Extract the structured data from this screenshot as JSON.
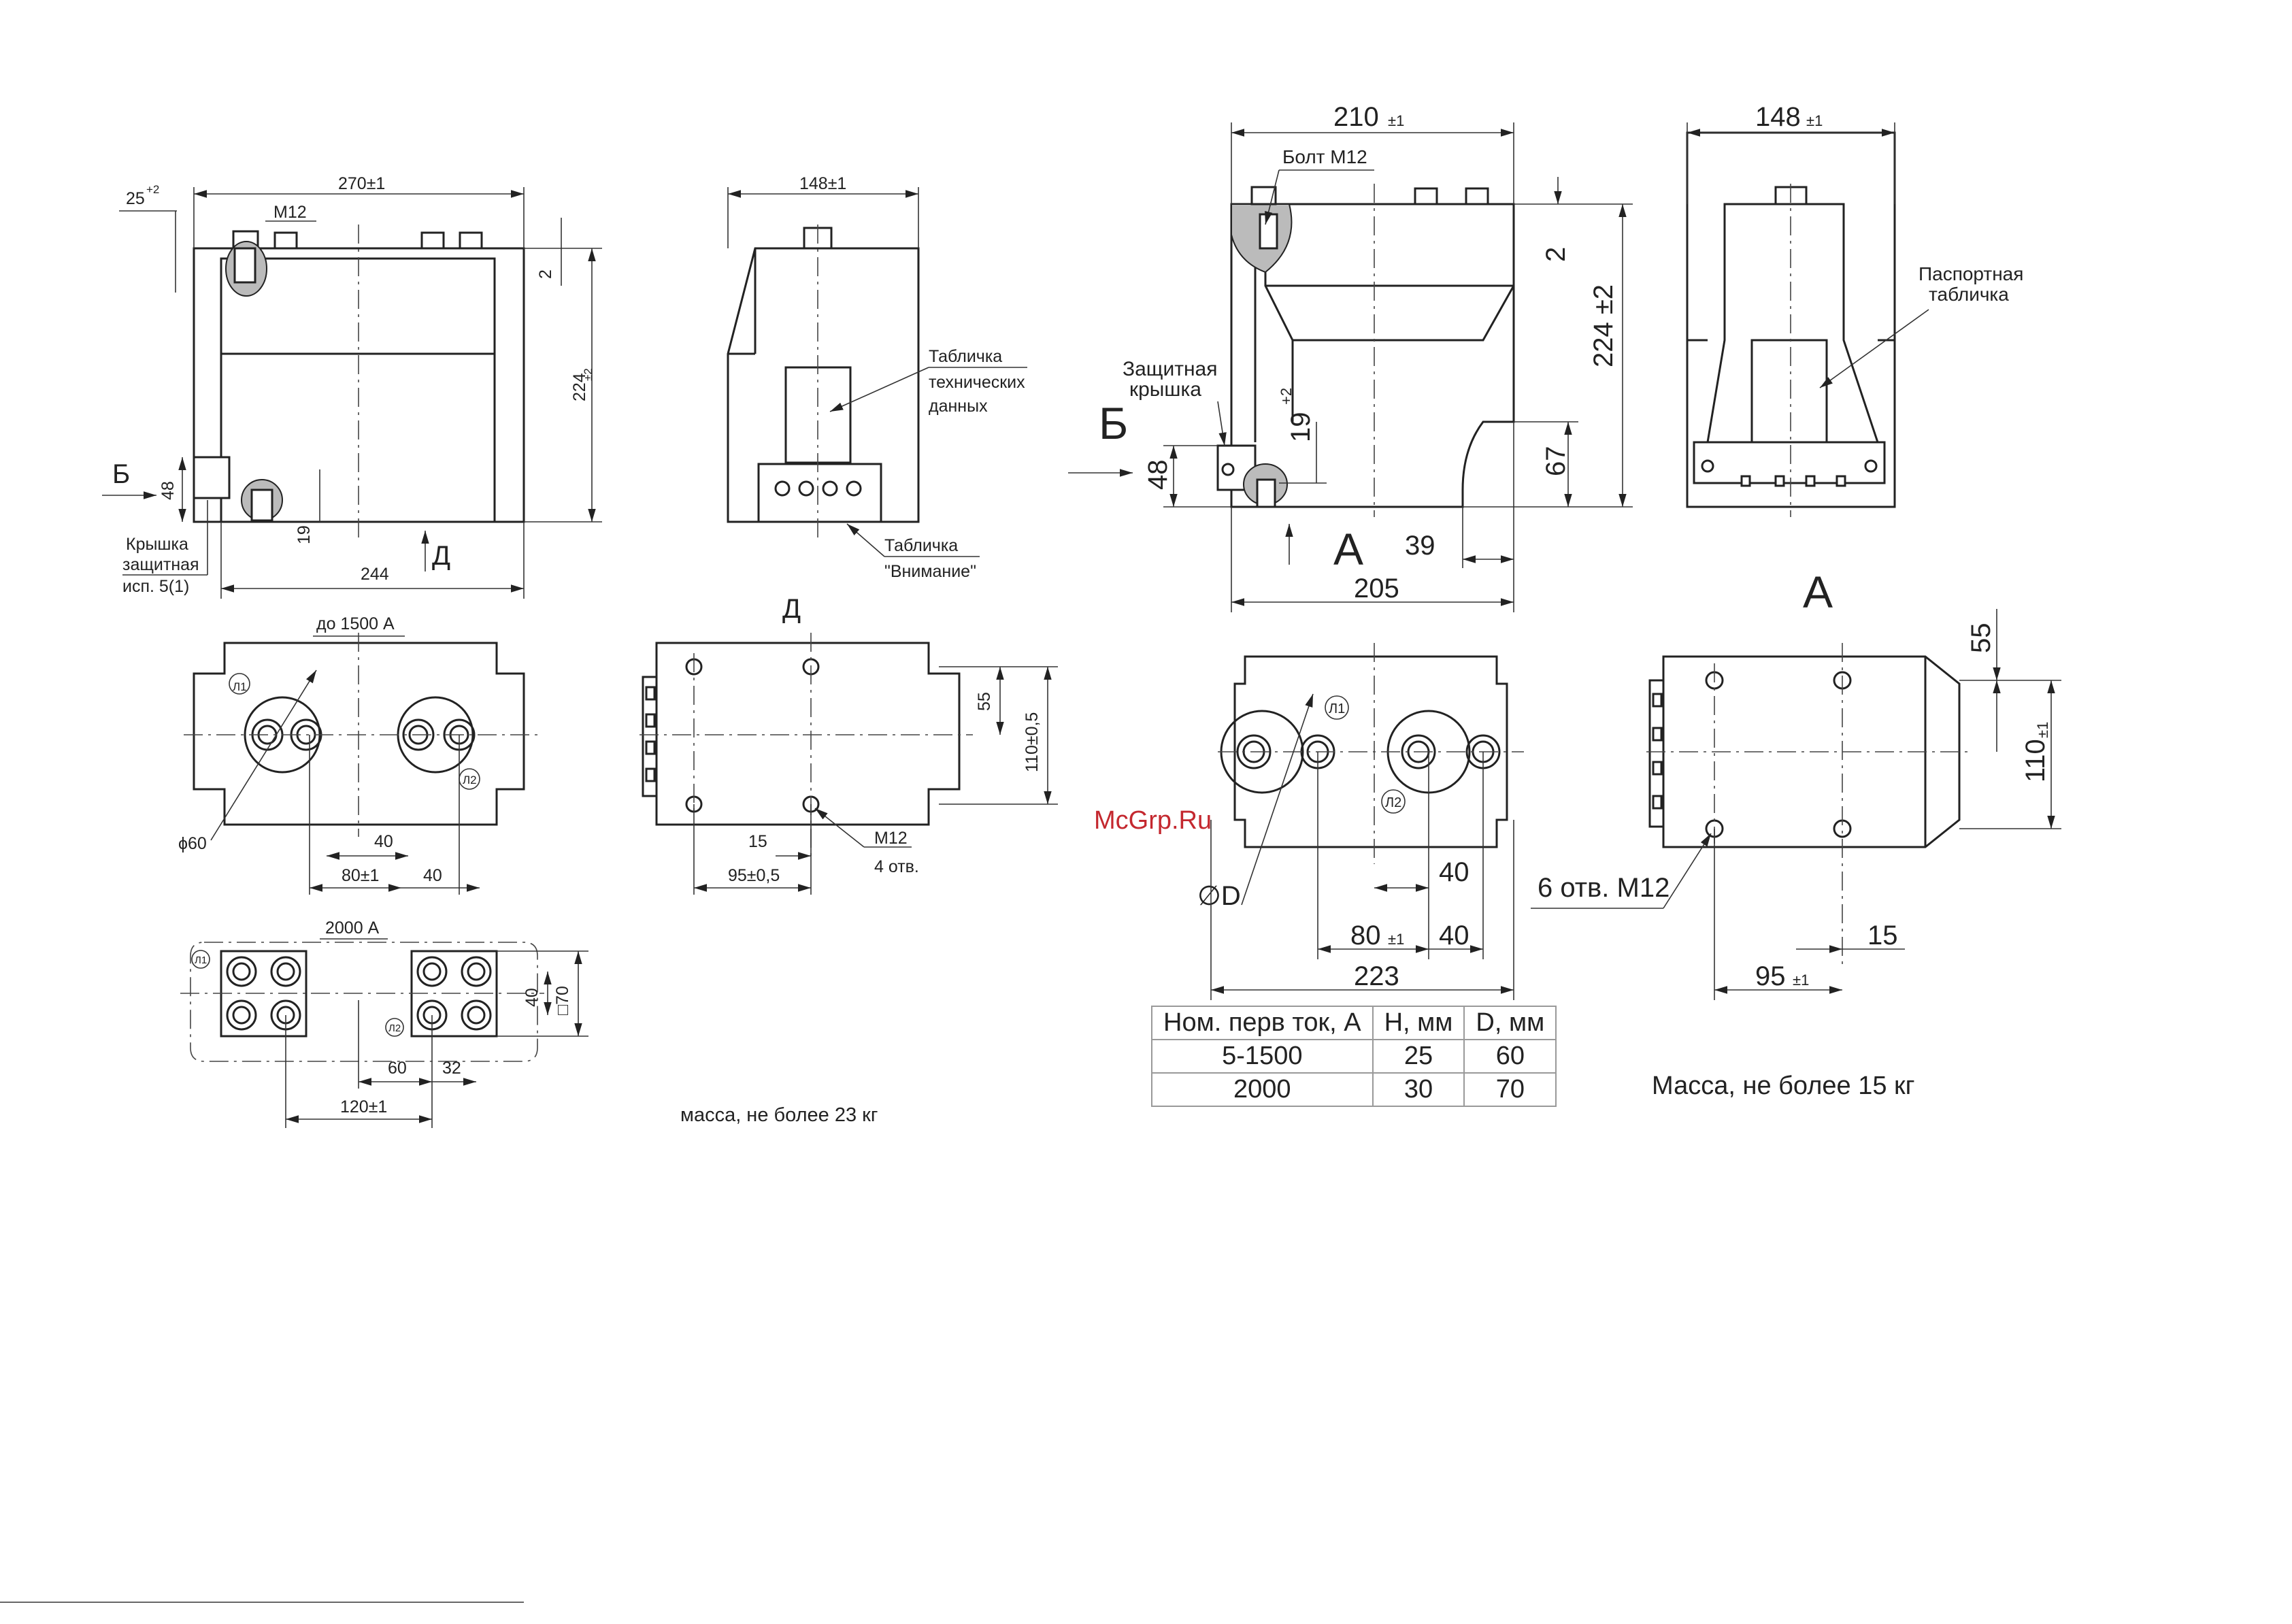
{
  "left_drawing": {
    "front_view": {
      "dim_width": "270±1",
      "angle_dim": "25",
      "angle_tol": "+2",
      "bolt_label": "М12",
      "dim_height_2": "2",
      "dim_height": "224",
      "dim_height_tol": "±2",
      "dim_48": "48",
      "dim_19": "19",
      "dim_244": "244",
      "view_b": "Б",
      "view_d": "Д",
      "cover_line1": "Крышка",
      "cover_line2": "защитная",
      "cover_line3": "исп. 5(1)"
    },
    "side_view": {
      "dim_width": "148±1",
      "plate_line1": "Табличка",
      "plate_line2": "технических",
      "plate_line3": "данных",
      "warn_line1": "Табличка",
      "warn_line2": "\"Внимание\""
    },
    "view_up_to_1500": {
      "title": "до 1500 А",
      "dia": "ϕ60",
      "dim_40a": "40",
      "dim_80": "80±1",
      "dim_40b": "40",
      "mark_l1": "Л1",
      "mark_l2": "Л2"
    },
    "view_d": {
      "title": "Д",
      "dim_55": "55",
      "dim_110": "110±0,5",
      "dim_15": "15",
      "dim_95": "95±0,5",
      "hole_label": "М12",
      "hole_count": "4 отв."
    },
    "view_2000": {
      "title": "2000 А",
      "dim_40": "40",
      "dim_70": "□70",
      "dim_60": "60",
      "dim_32": "32",
      "dim_120": "120±1",
      "mark_l1": "Л1",
      "mark_l2": "Л2"
    },
    "mass": "масса, не более 23 кг"
  },
  "right_drawing": {
    "front_view": {
      "dim_width": "210",
      "dim_width_tol": "±1",
      "bolt_label": "Болт М12",
      "dim_2": "2",
      "dim_224": "224 ±2",
      "cover_line1": "Защитная",
      "cover_line2": "крышка",
      "view_b": "Б",
      "dim_48": "48",
      "dim_19": "19",
      "dim_19_tol": "+2",
      "dim_67": "67",
      "view_a": "А",
      "dim_39": "39",
      "dim_205": "205"
    },
    "side_view": {
      "dim_width": "148",
      "dim_width_tol": "±1",
      "plate_line1": "Паспортная",
      "plate_line2": "табличка"
    },
    "bottom_view": {
      "mark_l1": "Л1",
      "mark_l2": "Л2",
      "dia": "∅D",
      "dim_40a": "40",
      "dim_80": "80",
      "dim_80_tol": "±1",
      "dim_40b": "40",
      "dim_223": "223"
    },
    "view_a": {
      "title": "А",
      "dim_55": "55",
      "dim_110": "110",
      "dim_110_tol": "±1",
      "holes": "6 отв. М12",
      "dim_15": "15",
      "dim_95": "95",
      "dim_95_tol": "±1"
    },
    "table": {
      "headers": [
        "Ном. перв ток, А",
        "H, мм",
        "D, мм"
      ],
      "rows": [
        [
          "5-1500",
          "25",
          "60"
        ],
        [
          "2000",
          "30",
          "70"
        ]
      ]
    },
    "mass": "Масса, не более 15 кг"
  },
  "watermark": "McGrp.Ru"
}
